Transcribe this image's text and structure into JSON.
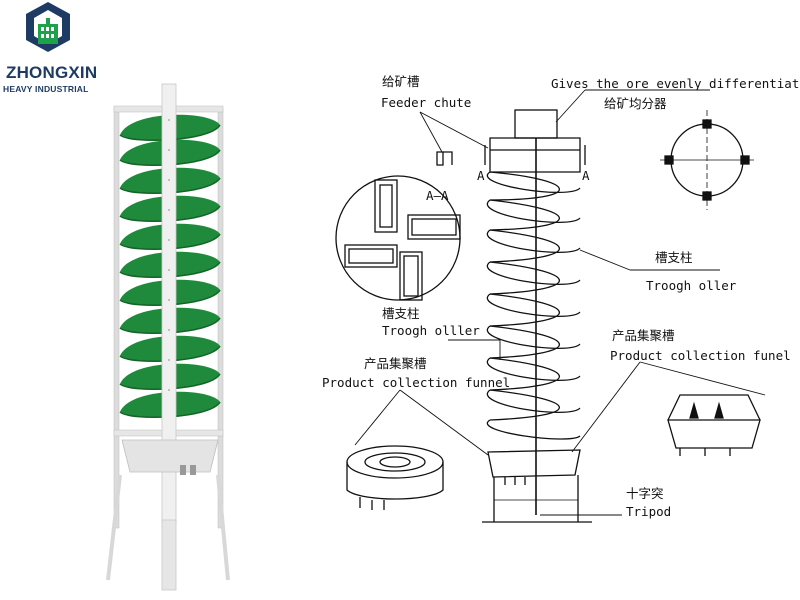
{
  "brand": {
    "name": "ZHONGXIN",
    "subtitle": "HEAVY INDUSTRIAL",
    "colors": {
      "navy": "#1d3b63",
      "green": "#1fa04a"
    }
  },
  "machine_photo": {
    "colors": {
      "spiral": "#1f8a3c",
      "spiral_dark": "#146428",
      "frame": "#e8e8e8"
    }
  },
  "diagram": {
    "labels": {
      "feeder_cn": "给矿槽",
      "feeder_en": "Feeder chute",
      "ore_dist_en": "Gives the ore evenly differentiator",
      "ore_dist_cn": "给矿均分器",
      "section_mark": "A",
      "section": "A—A",
      "trough_right_cn": "槽支柱",
      "trough_right_en": "Troogh oller",
      "trough_left_cn": "槽支柱",
      "trough_left_en": "Troogh olller",
      "product_left_cn": "产品集聚槽",
      "product_left_en": "Product collection funnel",
      "product_right_cn": "产品集聚槽",
      "product_right_en": "Product collection funel",
      "tripod_cn": "十字突",
      "tripod_en": "Tripod"
    }
  }
}
